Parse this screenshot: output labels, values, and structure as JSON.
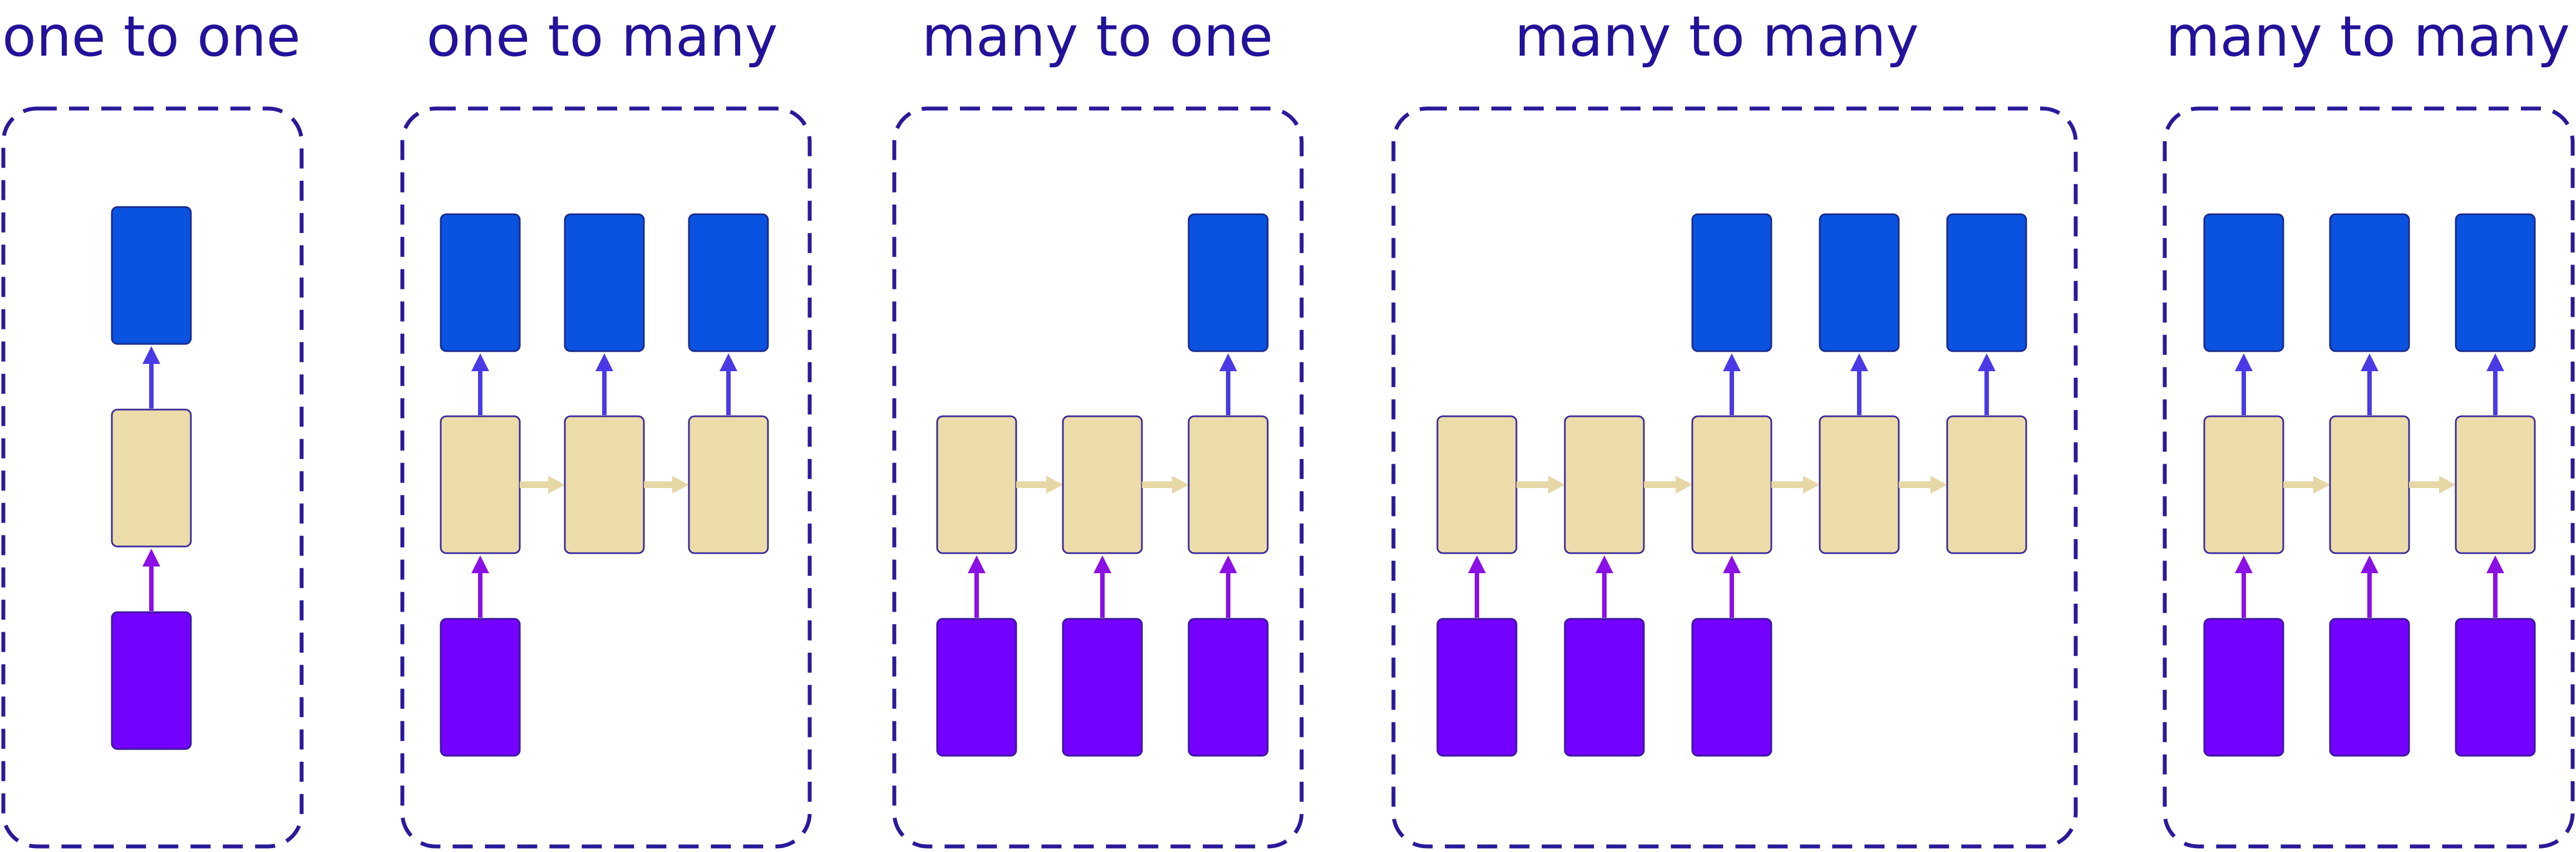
{
  "colors": {
    "frame_stroke": "#2a1a9a",
    "output_fill": "#0a52e0",
    "output_stroke": "#1b2a8c",
    "hidden_fill": "#ecdcaa",
    "hidden_stroke": "#3a2a9a",
    "input_fill": "#7400ff",
    "input_stroke": "#3a1a9a",
    "arrow_to_output": "#4a3ae6",
    "arrow_from_input": "#8a10e6",
    "recurrent_arrow": "#e6d7a6",
    "title_color": "#23129a"
  },
  "panels": [
    {
      "title": "one to one",
      "icons": {
        "input": "input-vector-box",
        "hidden": "rnn-state-box",
        "output": "output-vector-box"
      },
      "steps": [
        {
          "input": true,
          "output": true
        }
      ]
    },
    {
      "title": "one to many",
      "icons": {
        "input": "input-vector-box",
        "hidden": "rnn-state-box",
        "output": "output-vector-box"
      },
      "steps": [
        {
          "input": true,
          "output": true
        },
        {
          "input": false,
          "output": true
        },
        {
          "input": false,
          "output": true
        }
      ]
    },
    {
      "title": "many to one",
      "icons": {
        "input": "input-vector-box",
        "hidden": "rnn-state-box",
        "output": "output-vector-box"
      },
      "steps": [
        {
          "input": true,
          "output": false
        },
        {
          "input": true,
          "output": false
        },
        {
          "input": true,
          "output": true
        }
      ]
    },
    {
      "title": "many to many",
      "icons": {
        "input": "input-vector-box",
        "hidden": "rnn-state-box",
        "output": "output-vector-box"
      },
      "steps": [
        {
          "input": true,
          "output": false
        },
        {
          "input": true,
          "output": false
        },
        {
          "input": true,
          "output": true
        },
        {
          "input": false,
          "output": true
        },
        {
          "input": false,
          "output": true
        }
      ]
    },
    {
      "title": "many to many",
      "icons": {
        "input": "input-vector-box",
        "hidden": "rnn-state-box",
        "output": "output-vector-box"
      },
      "steps": [
        {
          "input": true,
          "output": true
        },
        {
          "input": true,
          "output": true
        },
        {
          "input": true,
          "output": true
        }
      ]
    }
  ]
}
